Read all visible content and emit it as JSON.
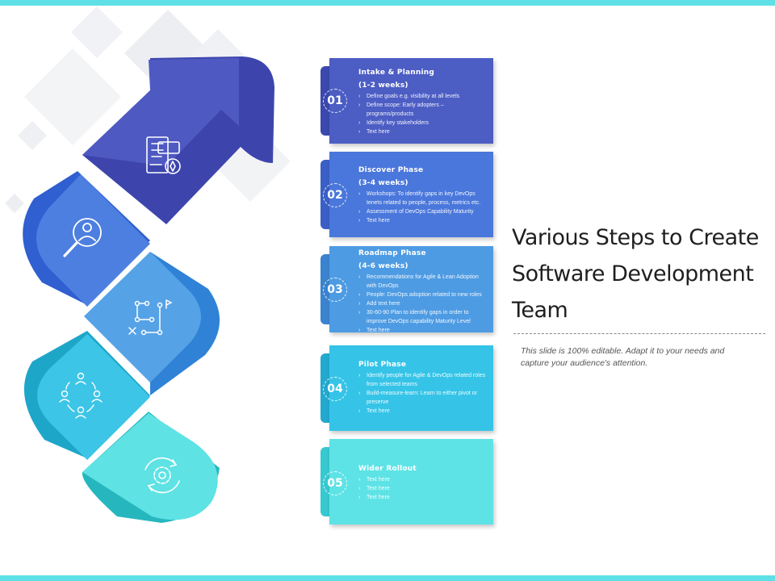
{
  "slide": {
    "title": "Various Steps to Create Software Development Team",
    "description": "This slide is 100% editable. Adapt it to your needs and capture your audience's attention."
  },
  "steps": [
    {
      "number": "01",
      "title_line1": "Intake & Planning",
      "title_line2": "(1-2 weeks)",
      "bullets": [
        "Define goals e.g. visibility at all levels",
        "Define scope: Early adopters – programs/products",
        "Identify key stakeholders",
        "Text here"
      ],
      "color": "#4c5dc4",
      "tab_color": "#3b48ae",
      "icon": "planning-document-icon"
    },
    {
      "number": "02",
      "title_line1": "Discover Phase",
      "title_line2": "(3-4 weeks)",
      "bullets": [
        "Workshops: To identify gaps in key DevOps tenets related to people, process, metrics etc.",
        "Assessment of DevOps Capability Maturity",
        "Text here"
      ],
      "color": "#4a77db",
      "tab_color": "#3a5fc6",
      "icon": "search-person-icon"
    },
    {
      "number": "03",
      "title_line1": "Roadmap Phase",
      "title_line2": "(4-6 weeks)",
      "bullets": [
        "Recommendations for Agile & Lean Adoption with DevOps",
        "People: DevOps adoption related to new roles",
        "Add text here",
        "30-60-90 Plan to identify gaps in order to improve DevOps capability Maturity Level",
        "Text here"
      ],
      "color": "#4d9be3",
      "tab_color": "#3a83cf",
      "icon": "roadmap-path-icon"
    },
    {
      "number": "04",
      "title_line1": "Pilot Phase",
      "title_line2": "",
      "bullets": [
        "Identify people for Agile & DevOps related roles from selected teams",
        "Build-measure-learn: Learn to either pivot or preserve",
        "Text here"
      ],
      "color": "#35c4e8",
      "tab_color": "#22a9cf",
      "icon": "team-cycle-icon"
    },
    {
      "number": "05",
      "title_line1": "Wider Rollout",
      "title_line2": "",
      "bullets": [
        "Text here",
        "Text here",
        "Text here"
      ],
      "color": "#5de3e6",
      "tab_color": "#37c9d0",
      "icon": "gear-cycle-icon"
    }
  ]
}
